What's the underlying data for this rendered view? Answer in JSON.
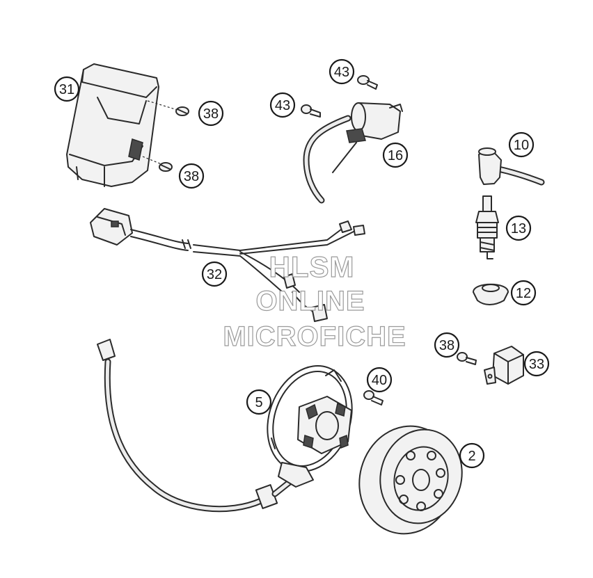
{
  "watermark": {
    "line1": "HLSM",
    "line2": "ONLINE",
    "line3": "MICROFICHE"
  },
  "callouts": [
    {
      "id": "c31",
      "label": "31"
    },
    {
      "id": "c38a",
      "label": "38"
    },
    {
      "id": "c38b",
      "label": "38"
    },
    {
      "id": "c43a",
      "label": "43"
    },
    {
      "id": "c43b",
      "label": "43"
    },
    {
      "id": "c16",
      "label": "16"
    },
    {
      "id": "c10",
      "label": "10"
    },
    {
      "id": "c13",
      "label": "13"
    },
    {
      "id": "c12",
      "label": "12"
    },
    {
      "id": "c32",
      "label": "32"
    },
    {
      "id": "c38c",
      "label": "38"
    },
    {
      "id": "c33",
      "label": "33"
    },
    {
      "id": "c40",
      "label": "40"
    },
    {
      "id": "c5",
      "label": "5"
    },
    {
      "id": "c2",
      "label": "2"
    }
  ]
}
